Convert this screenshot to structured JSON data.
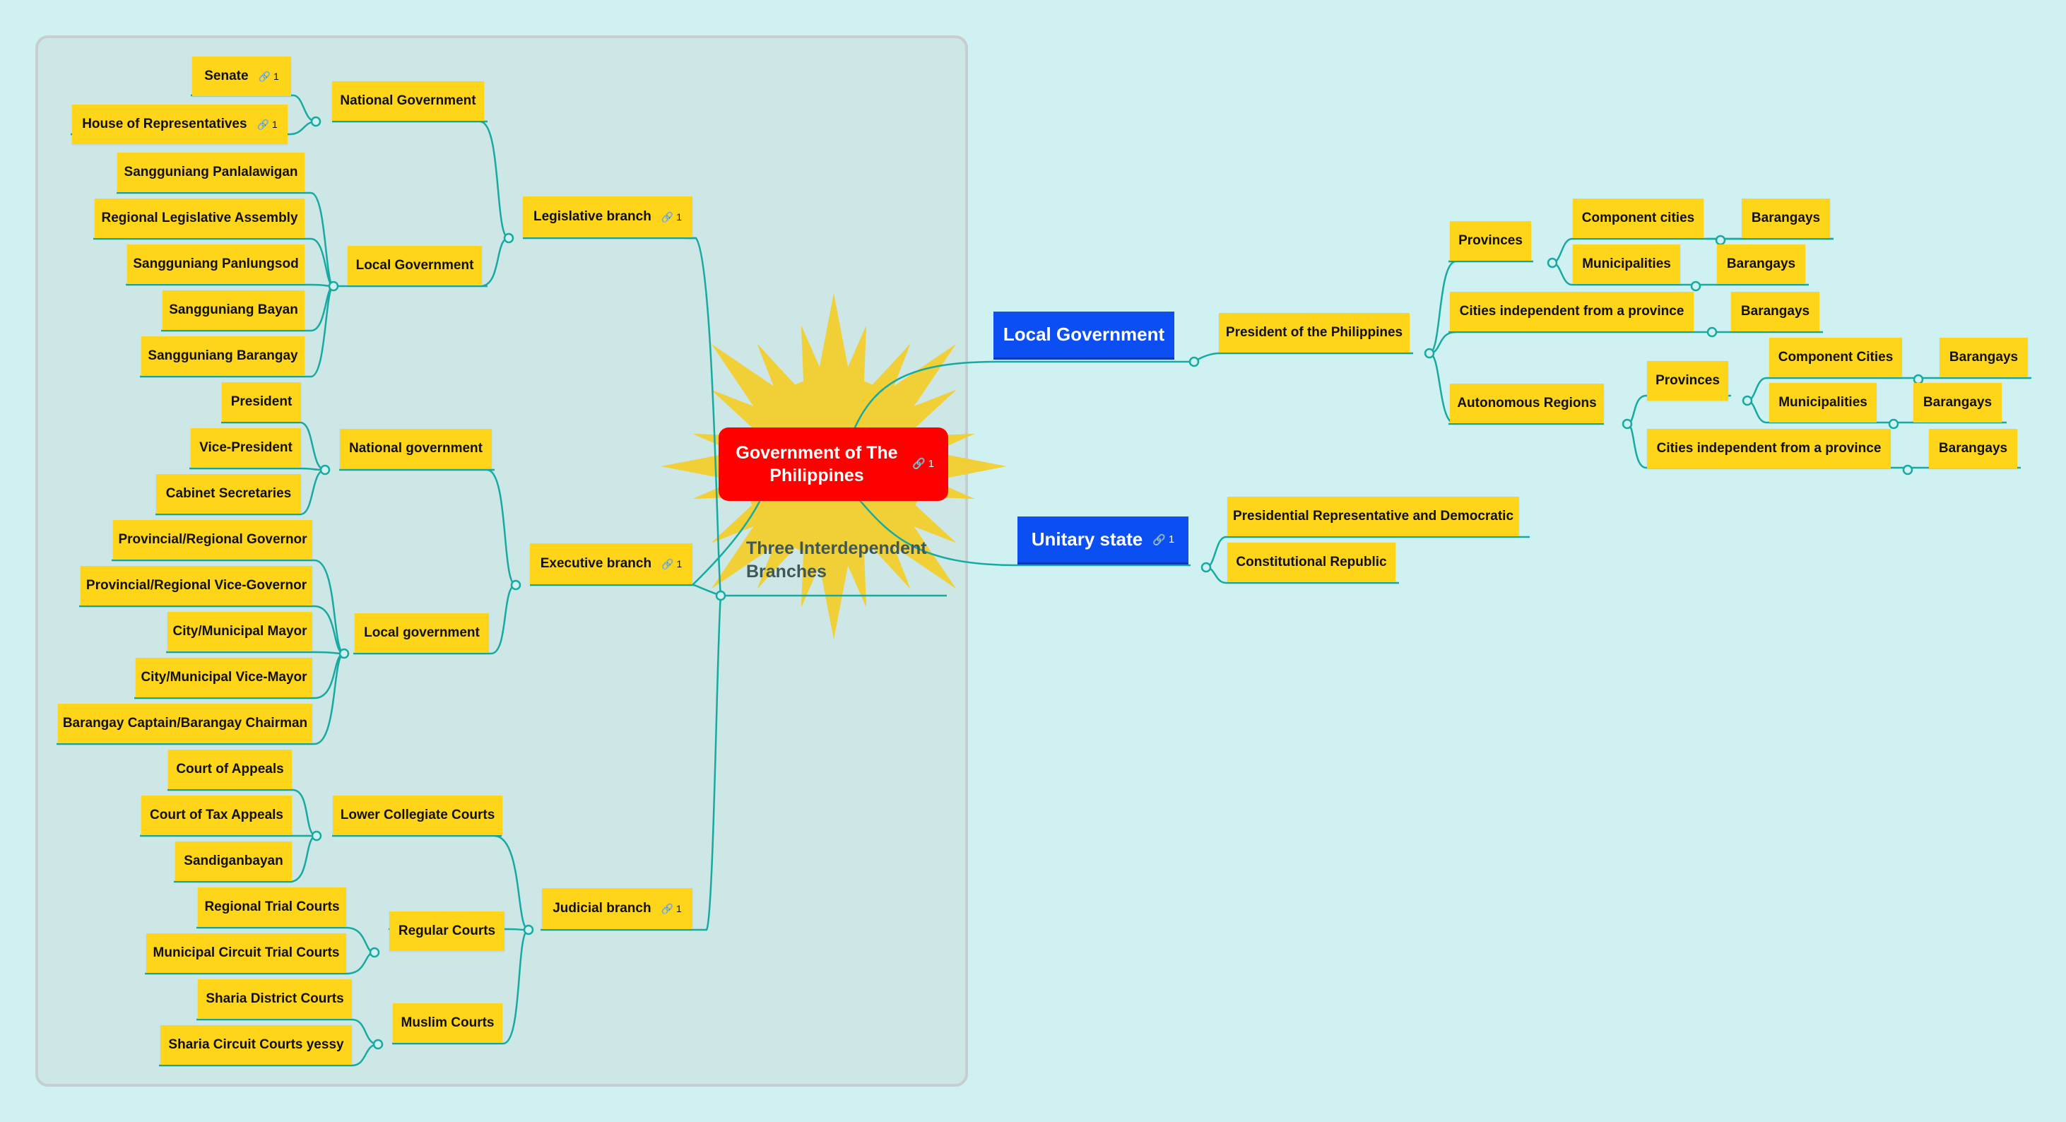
{
  "colors": {
    "background": "#d0f1f1",
    "topic": "#ffd51a",
    "central": "#ff0000",
    "blue_topic": "#0b4ff2",
    "connector": "#17aaa0",
    "sun": "#f3cf2e"
  },
  "icons": {
    "link": "link-icon"
  },
  "central": {
    "title": "Government of The Philippines",
    "link_count": "1"
  },
  "boundary_label": "Three Interdependent Branches",
  "left": {
    "legislative": {
      "label": "Legislative branch",
      "link_count": "1",
      "national": {
        "label": "National Government",
        "senate": {
          "label": "Senate",
          "link_count": "1"
        },
        "house": {
          "label": "House of Representatives",
          "link_count": "1"
        }
      },
      "local": {
        "label": "Local Government",
        "items": [
          "Sangguniang Panlalawigan",
          "Regional Legislative Assembly",
          "Sangguniang Panlungsod",
          "Sangguniang Bayan",
          "Sangguniang Barangay"
        ]
      }
    },
    "executive": {
      "label": "Executive branch",
      "link_count": "1",
      "national": {
        "label": "National government",
        "items": [
          "President",
          "Vice-President",
          "Cabinet Secretaries"
        ]
      },
      "local": {
        "label": "Local government",
        "items": [
          "Provincial/Regional Governor",
          "Provincial/Regional Vice-Governor",
          "City/Municipal Mayor",
          "City/Municipal Vice-Mayor",
          "Barangay Captain/Barangay Chairman"
        ]
      }
    },
    "judicial": {
      "label": "Judicial branch",
      "link_count": "1",
      "lower": {
        "label": "Lower Collegiate Courts",
        "items": [
          "Court of Appeals",
          "Court of Tax Appeals",
          "Sandiganbayan"
        ]
      },
      "regular": {
        "label": "Regular Courts",
        "items": [
          "Regional Trial Courts",
          "Municipal Circuit Trial Courts"
        ]
      },
      "muslim": {
        "label": "Muslim Courts",
        "items": [
          "Sharia District Courts",
          "Sharia Circuit Courts yessy"
        ]
      }
    }
  },
  "right": {
    "local_gov": {
      "label": "Local Government",
      "president": "President of the Philippines",
      "provinces": {
        "label": "Provinces",
        "component": {
          "label": "Component cities",
          "child": "Barangays"
        },
        "municipalities": {
          "label": "Municipalities",
          "child": "Barangays"
        }
      },
      "independent": {
        "label": "Cities independent from a province",
        "child": "Barangays"
      },
      "autonomous": {
        "label": "Autonomous Regions",
        "provinces": {
          "label": "Provinces",
          "component": {
            "label": "Component Cities",
            "child": "Barangays"
          },
          "municipalities": {
            "label": "Municipalities",
            "child": "Barangays"
          }
        },
        "independent": {
          "label": "Cities independent from a province",
          "child": "Barangays"
        }
      }
    },
    "unitary": {
      "label": "Unitary state",
      "link_count": "1",
      "items": [
        "Presidential Representative and Democratic",
        "Constitutional Republic"
      ]
    }
  }
}
